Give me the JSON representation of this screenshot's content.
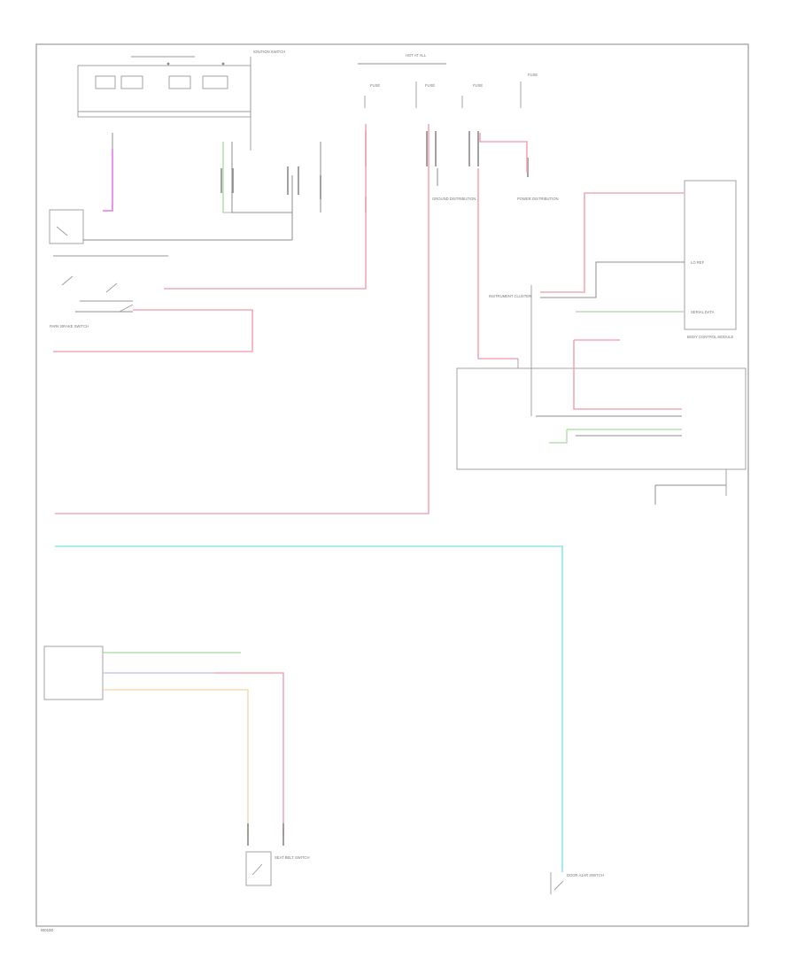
{
  "page": {
    "code": "W0100"
  },
  "labels": [
    {
      "id": "hot-at-all-times",
      "text": "HOT AT ALL"
    },
    {
      "id": "fuse-1",
      "text": "FUSE"
    },
    {
      "id": "fuse-2",
      "text": "FUSE"
    },
    {
      "id": "fuse-3",
      "text": "FUSE"
    },
    {
      "id": "fuse-4",
      "text": "FUSE"
    },
    {
      "id": "ignition-switch",
      "text": "IGNITION SWITCH"
    },
    {
      "id": "power-distribution",
      "text": "POWER DISTRIBUTION"
    },
    {
      "id": "ground-distribution",
      "text": "GROUND DISTRIBUTION"
    },
    {
      "id": "instrument-cluster",
      "text": "INSTRUMENT CLUSTER"
    },
    {
      "id": "lo-ref",
      "text": "LO REF"
    },
    {
      "id": "serial-data",
      "text": "SERIAL DATA"
    },
    {
      "id": "body-control-module",
      "text": "BODY CONTROL MODULE"
    },
    {
      "id": "seat-belt-switch",
      "text": "SEAT BELT SWITCH"
    },
    {
      "id": "park-brake-switch",
      "text": "PARK BRAKE SWITCH"
    },
    {
      "id": "door-ajar-switch",
      "text": "DOOR AJAR SWITCH"
    }
  ]
}
